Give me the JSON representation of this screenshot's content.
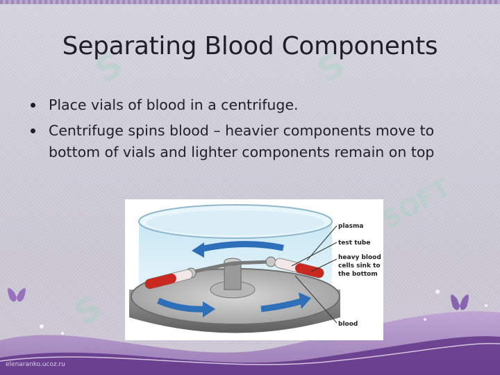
{
  "slide": {
    "title": "Separating Blood Components",
    "bullets": [
      "Place vials of blood in a centrifuge.",
      "Centrifuge spins blood – heavier components move to bottom of vials and lighter components remain on top"
    ]
  },
  "figure": {
    "labels": {
      "plasma": "plasma",
      "test_tube": "test tube",
      "heavy_line1": "heavy blood",
      "heavy_line2": "cells sink to",
      "heavy_line3": "the bottom",
      "blood": "blood"
    }
  },
  "footer": {
    "credit": "elenaranko.ucoz.ru"
  },
  "colors": {
    "background": "#d0cedb",
    "title_text": "#1f1f2a",
    "bottom_wave": "#9a6fbf",
    "watermark": "#8fd6b4",
    "arrow_blue": "#2d6fb8",
    "blood_red": "#c9281e"
  }
}
